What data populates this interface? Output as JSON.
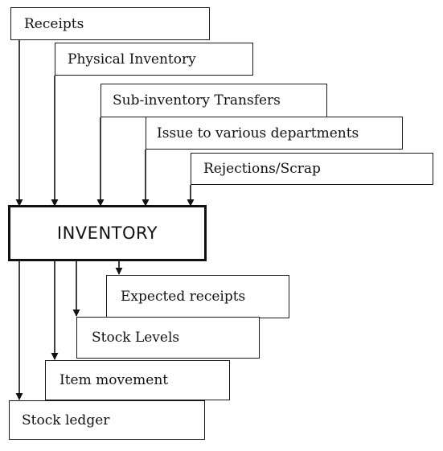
{
  "diagram": {
    "center_label": "INVENTORY",
    "inputs": [
      "Receipts",
      "Physical Inventory",
      "Sub-inventory Transfers",
      "Issue to various departments",
      "Rejections/Scrap"
    ],
    "outputs": [
      "Expected receipts",
      "Stock Levels",
      "Item movement",
      "Stock ledger"
    ]
  }
}
